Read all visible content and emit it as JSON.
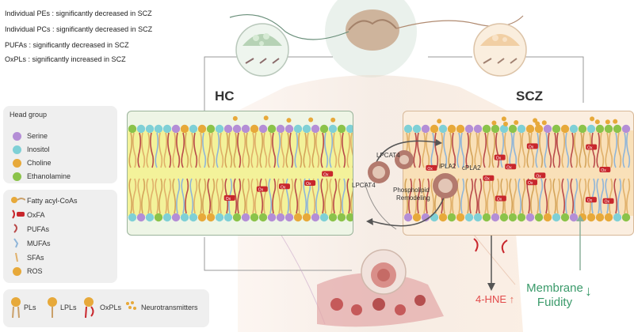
{
  "findings": [
    "Individual PEs : significantly decreased in SCZ",
    "Individual PCs : significantly decreased in SCZ",
    "PUFAs : significantly decreased in SCZ",
    "OxPLs : significantly increased in SCZ"
  ],
  "panels": {
    "hc_label": "HC",
    "scz_label": "SCZ"
  },
  "head_group_legend": {
    "title": "Head group",
    "items": [
      {
        "label": "Serine",
        "color": "#b48ed6"
      },
      {
        "label": "Inositol",
        "color": "#7fd0d6"
      },
      {
        "label": "Choline",
        "color": "#e7a93a"
      },
      {
        "label": "Ethanolamine",
        "color": "#8bc34a"
      }
    ]
  },
  "lipid_legend": {
    "items": [
      {
        "label": "Fatty acyl-CoAs",
        "icon": "fatty-acyl-coa-icon"
      },
      {
        "label": "OxFA",
        "icon": "oxfa-icon"
      },
      {
        "label": "PUFAs",
        "icon": "pufa-icon"
      },
      {
        "label": "MUFAs",
        "icon": "mufa-icon"
      },
      {
        "label": "SFAs",
        "icon": "sfa-icon"
      },
      {
        "label": "ROS",
        "icon": "ros-icon"
      }
    ]
  },
  "bottom_legend": {
    "items": [
      {
        "label": "PLs",
        "icon": "pl-icon"
      },
      {
        "label": "LPLs",
        "icon": "lpl-icon"
      },
      {
        "label": "OxPLs",
        "icon": "oxpl-icon"
      },
      {
        "label": "Neurotransmitters",
        "icon": "neurotransmitter-icon"
      }
    ]
  },
  "enzymes": {
    "lpcat4_top": "LPCAT4",
    "lpcat4_left": "LPCAT4",
    "remodeling_line1": "Phospholipid",
    "remodeling_line2": "Remodeling",
    "ipla2": "iPLA2",
    "cpla2": "cPLA2"
  },
  "ox_tag": "Ox",
  "outcomes": {
    "hne": "4-HNE",
    "fluidity_line1": "Membrane",
    "fluidity_line2": "Fuidity"
  },
  "colors": {
    "hc_membrane": "#f3f29a",
    "scz_membrane": "#f9e0b8",
    "hne_red": "#e24a4a",
    "fluidity_green": "#3a9a6a",
    "ox_red": "#c8262c"
  }
}
